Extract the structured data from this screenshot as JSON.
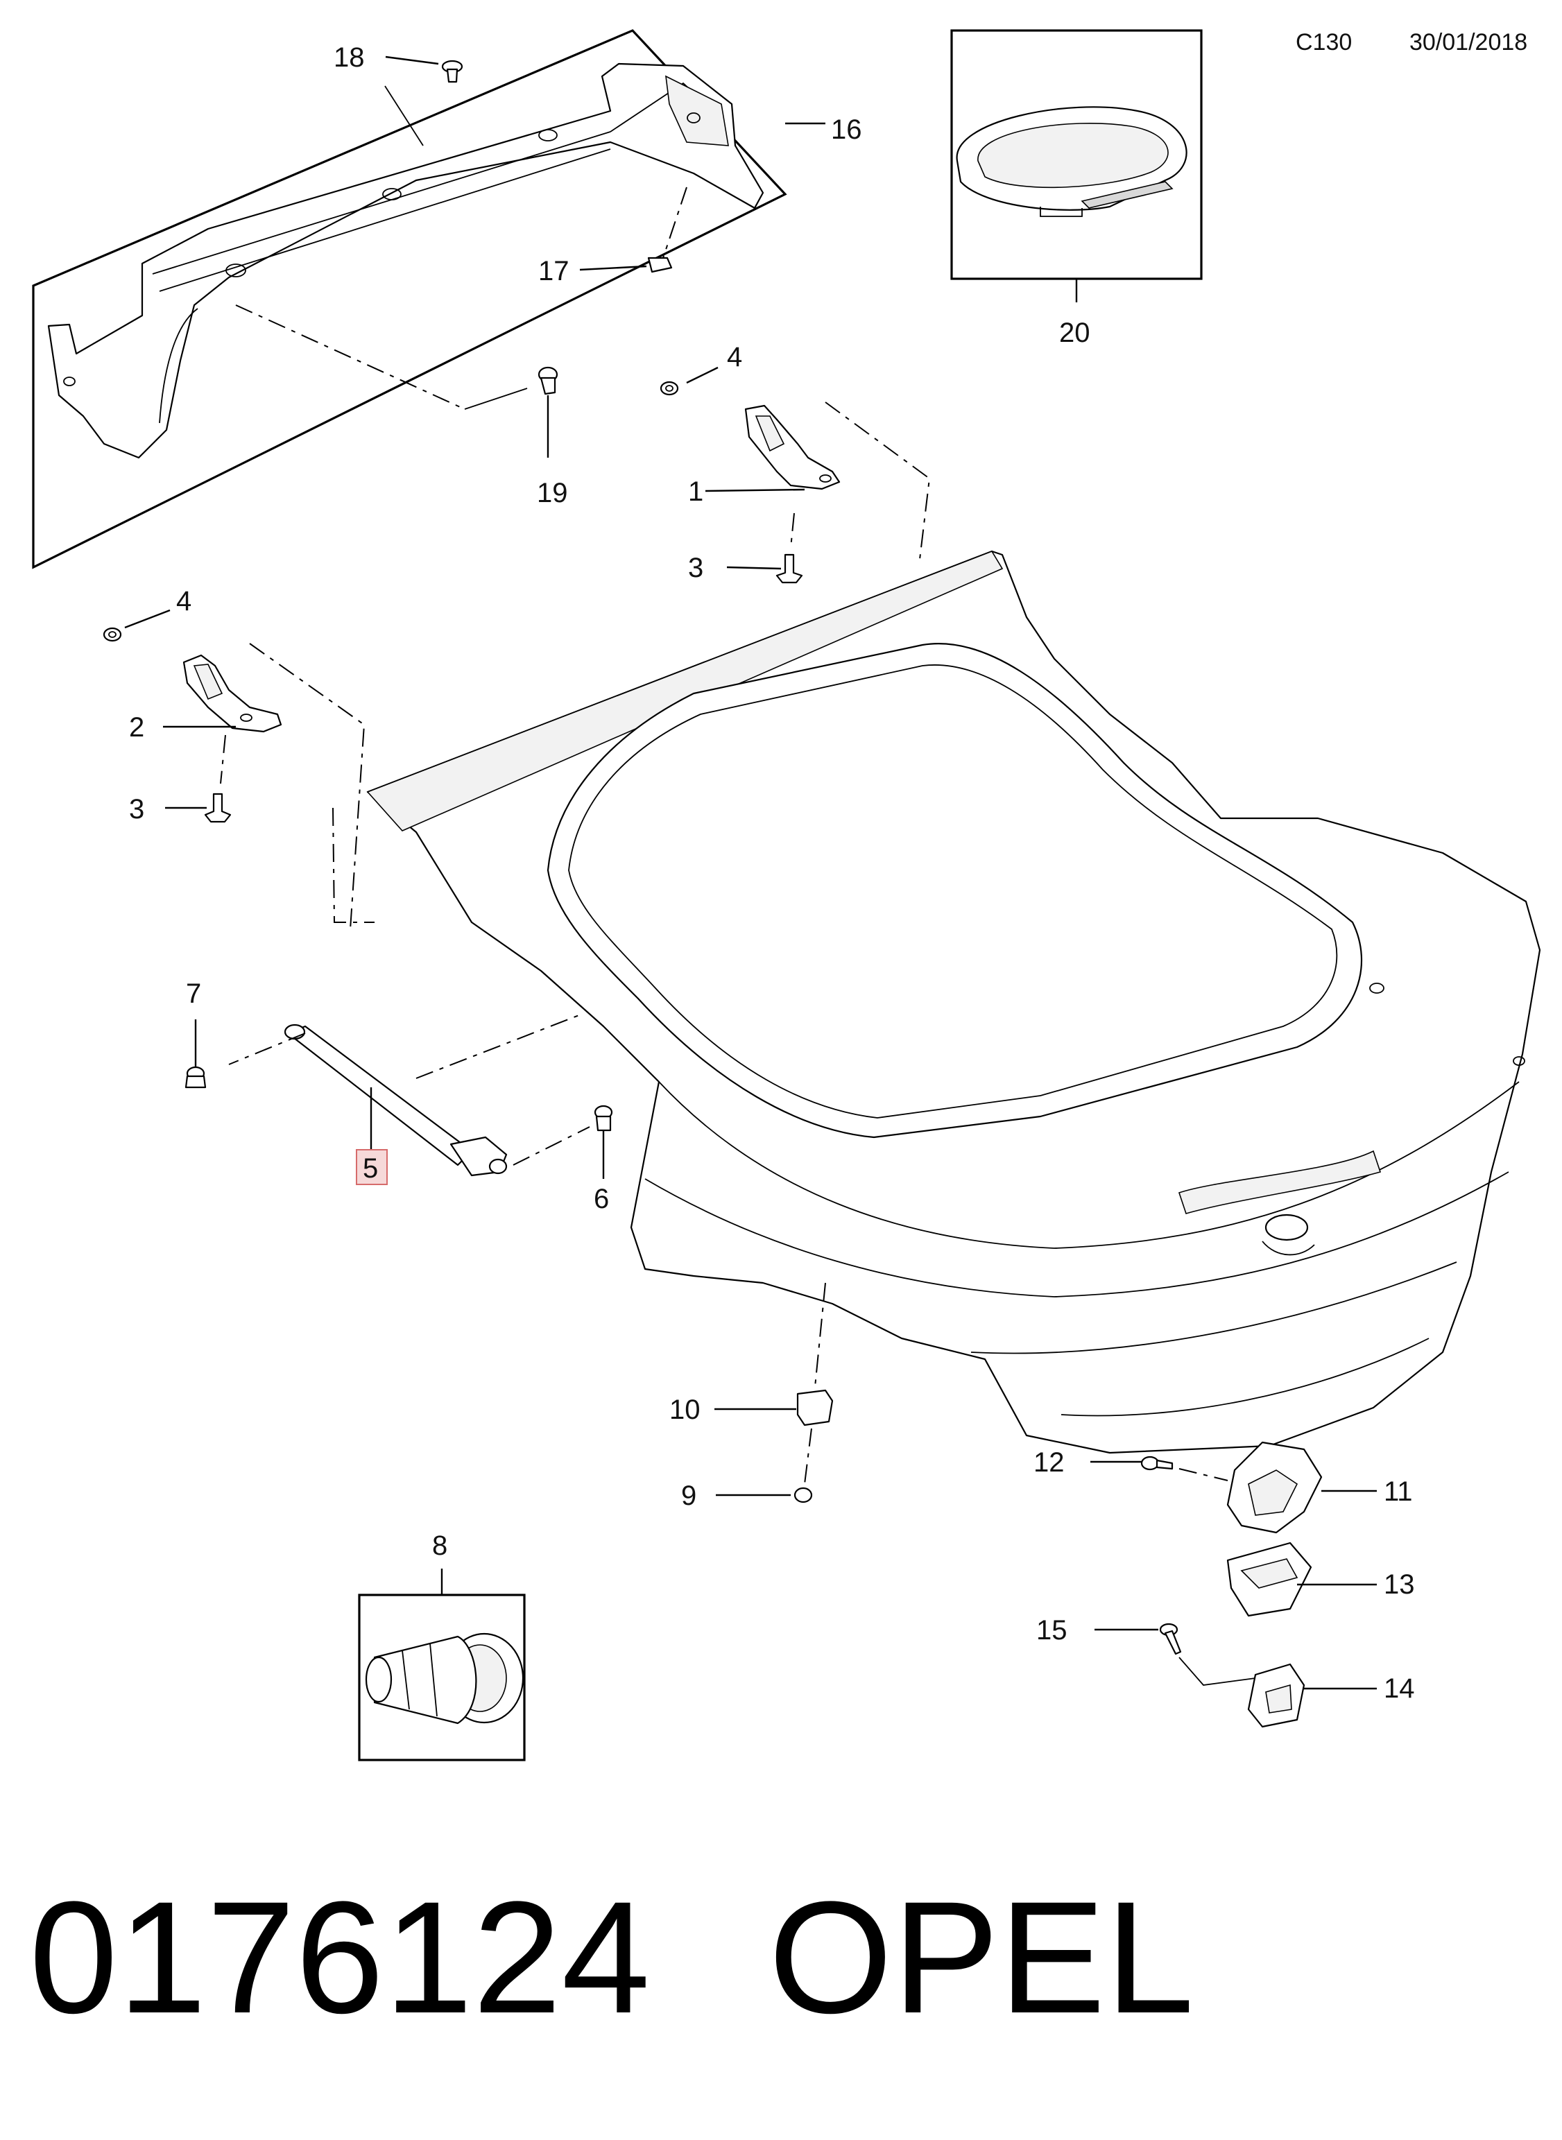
{
  "header": {
    "page_code": "C130",
    "date": "30/01/2018"
  },
  "footer": {
    "part_number": "0176124",
    "brand": "OPEL"
  },
  "callouts": [
    {
      "id": "1",
      "label": "1"
    },
    {
      "id": "2",
      "label": "2"
    },
    {
      "id": "3a",
      "label": "3"
    },
    {
      "id": "3b",
      "label": "3"
    },
    {
      "id": "4a",
      "label": "4"
    },
    {
      "id": "4b",
      "label": "4"
    },
    {
      "id": "5",
      "label": "5",
      "highlighted": true
    },
    {
      "id": "6",
      "label": "6"
    },
    {
      "id": "7",
      "label": "7"
    },
    {
      "id": "8",
      "label": "8"
    },
    {
      "id": "9",
      "label": "9"
    },
    {
      "id": "10",
      "label": "10"
    },
    {
      "id": "11",
      "label": "11"
    },
    {
      "id": "12",
      "label": "12"
    },
    {
      "id": "13",
      "label": "13"
    },
    {
      "id": "14",
      "label": "14"
    },
    {
      "id": "15",
      "label": "15"
    },
    {
      "id": "16",
      "label": "16"
    },
    {
      "id": "17",
      "label": "17"
    },
    {
      "id": "18",
      "label": "18"
    },
    {
      "id": "19",
      "label": "19"
    },
    {
      "id": "20",
      "label": "20"
    }
  ],
  "colors": {
    "line": "#000000",
    "highlight_fill": "#f6d9d9",
    "highlight_stroke": "#d66b6b"
  }
}
